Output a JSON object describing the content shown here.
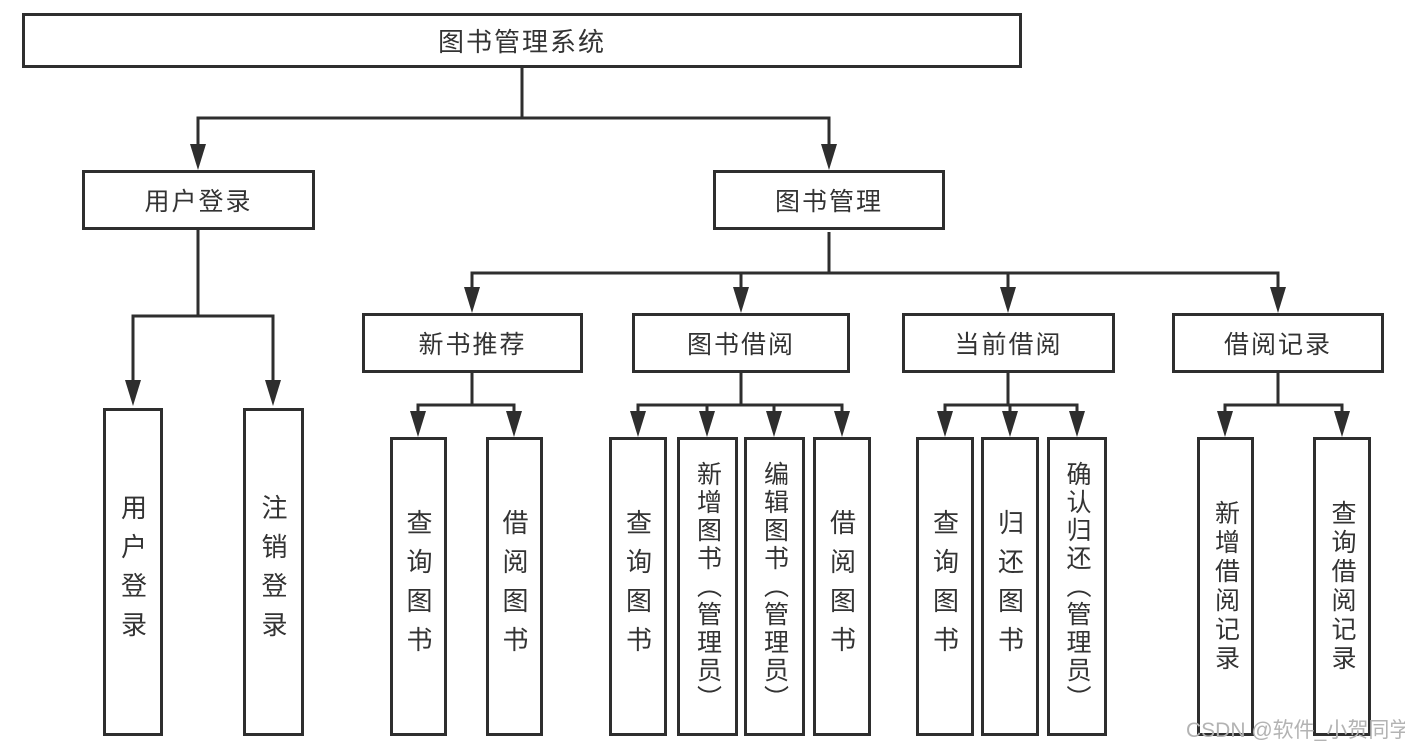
{
  "diagram_title": "图书管理系统",
  "tree": {
    "label": "图书管理系统",
    "children": [
      {
        "label": "用户登录",
        "children": [
          {
            "label": "用户登录"
          },
          {
            "label": "注销登录"
          }
        ]
      },
      {
        "label": "图书管理",
        "children": [
          {
            "label": "新书推荐",
            "children": [
              {
                "label": "查询图书"
              },
              {
                "label": "借阅图书"
              }
            ]
          },
          {
            "label": "图书借阅",
            "children": [
              {
                "label": "查询图书"
              },
              {
                "label": "新增图书（管理员）"
              },
              {
                "label": "编辑图书（管理员）"
              },
              {
                "label": "借阅图书"
              }
            ]
          },
          {
            "label": "当前借阅",
            "children": [
              {
                "label": "查询图书"
              },
              {
                "label": "归还图书"
              },
              {
                "label": "确认归还（管理员）"
              }
            ]
          },
          {
            "label": "借阅记录",
            "children": [
              {
                "label": "新增借阅记录"
              },
              {
                "label": "查询借阅记录"
              }
            ]
          }
        ]
      }
    ]
  },
  "watermark": {
    "text": "CSDN @软件_小贺同学"
  },
  "colors": {
    "line": "#2e2e2e",
    "text": "#333333",
    "box_fill": "#ffffff",
    "watermark": "#b3b3b3",
    "background": "#ffffff"
  }
}
